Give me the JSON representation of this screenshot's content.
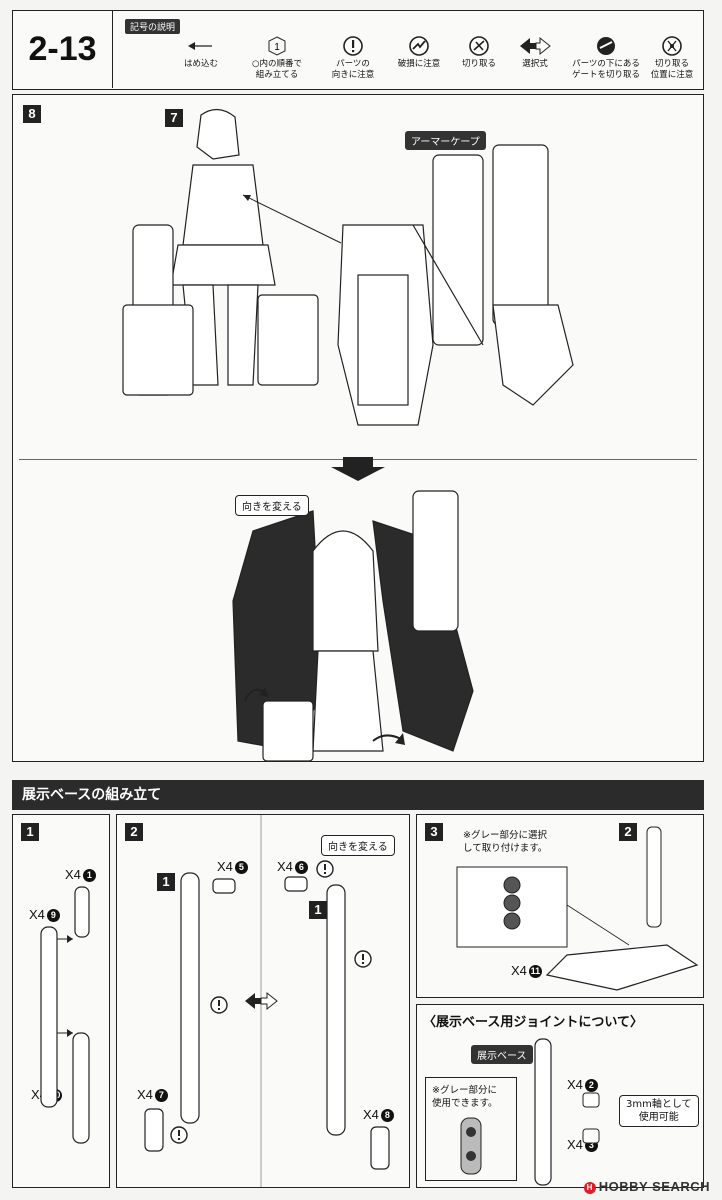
{
  "header": {
    "step": "2-13",
    "legend_title": "記号の説明",
    "legend": [
      {
        "icon": "arrow-left-icon",
        "label": "はめ込む"
      },
      {
        "icon": "numbered-circle-icon",
        "label": "○内の順番で\n組み立てる",
        "symbol": "1"
      },
      {
        "icon": "exclamation-icon",
        "label": "パーツの\n向きに注意"
      },
      {
        "icon": "broken-part-icon",
        "label": "破損に注意"
      },
      {
        "icon": "scissors-icon",
        "label": "切り取る"
      },
      {
        "icon": "double-arrow-icon",
        "label": "選択式"
      },
      {
        "icon": "gate-cut-icon",
        "label": "パーツの下にある\nゲートを切り取る"
      },
      {
        "icon": "cut-position-icon",
        "label": "切り取る\n位置に注意"
      }
    ]
  },
  "panel8": {
    "step_badge": "8",
    "sub_badge": "7",
    "armor_cape_label": "アーマーケープ",
    "change_direction_label": "向きを変える"
  },
  "base": {
    "section_title": "展示ベースの組み立て",
    "box1": {
      "badge": "1",
      "parts": [
        {
          "qty": "X4",
          "no": "1"
        },
        {
          "qty": "X4",
          "no": "9"
        },
        {
          "qty": "X4",
          "no": "10"
        }
      ]
    },
    "box2": {
      "badge": "2",
      "inner_badge": "1",
      "inner_badge_right": "1",
      "parts_left": [
        {
          "qty": "X4",
          "no": "5"
        },
        {
          "qty": "X4",
          "no": "7"
        }
      ],
      "parts_right": [
        {
          "qty": "X4",
          "no": "6"
        },
        {
          "qty": "X4",
          "no": "8"
        }
      ],
      "change_direction_label": "向きを変える"
    },
    "box3": {
      "badge": "3",
      "ref_badge": "2",
      "note": "※グレー部分に選択\nして取り付けます。",
      "part": {
        "qty": "X4",
        "no": "11"
      }
    },
    "joint": {
      "title": "〈展示ベース用ジョイントについて〉",
      "tag": "展示ベース",
      "note": "※グレー部分に\n使用できます。",
      "parts": [
        {
          "qty": "X4",
          "no": "2"
        },
        {
          "qty": "X4",
          "no": "3"
        }
      ],
      "usage": "3mm軸として\n使用可能"
    }
  },
  "watermark": {
    "brand": "HOBBY SEARCH",
    "logo_letter": "H"
  }
}
